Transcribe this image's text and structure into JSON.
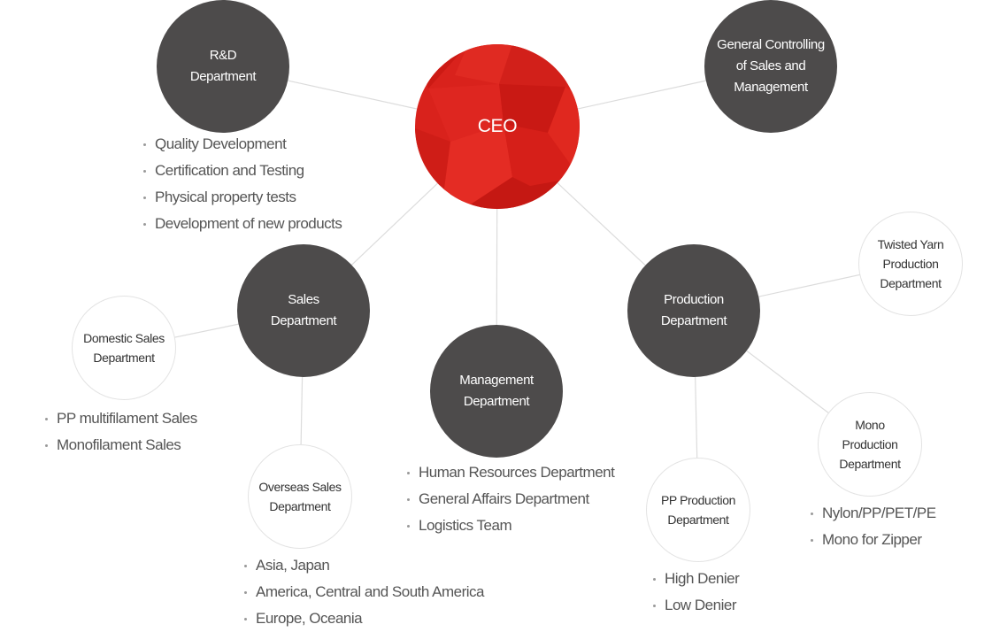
{
  "colors": {
    "ceo": "#d9221c",
    "dark_node": "#4d4b4b",
    "light_node": "#ffffff",
    "line": "#dcdcdc",
    "bullet_text": "#555555"
  },
  "ceo": {
    "label": "CEO"
  },
  "rnd": {
    "label": "R&D\nDepartment",
    "items": [
      "Quality Development",
      "Certification and Testing",
      "Physical property tests",
      "Development of new products"
    ]
  },
  "general": {
    "label": "General Controlling\nof Sales and\nManagement"
  },
  "sales": {
    "label": "Sales\nDepartment"
  },
  "domestic": {
    "label": "Domestic Sales\nDepartment",
    "items": [
      "PP multifilament Sales",
      "Monofilament Sales"
    ]
  },
  "overseas": {
    "label": "Overseas Sales\nDepartment",
    "items": [
      "Asia, Japan",
      "America, Central and South America",
      "Europe, Oceania"
    ]
  },
  "management": {
    "label": "Management\nDepartment",
    "items": [
      "Human Resources Department",
      "General Affairs Department",
      "Logistics Team"
    ]
  },
  "production": {
    "label": "Production\nDepartment"
  },
  "twisted": {
    "label": "Twisted Yarn\nProduction\nDepartment"
  },
  "pp": {
    "label": "PP Production\nDepartment",
    "items": [
      "High Denier",
      "Low Denier"
    ]
  },
  "mono": {
    "label": "Mono\nProduction\nDepartment",
    "items": [
      "Nylon/PP/PET/PE",
      "Mono for Zipper"
    ]
  }
}
